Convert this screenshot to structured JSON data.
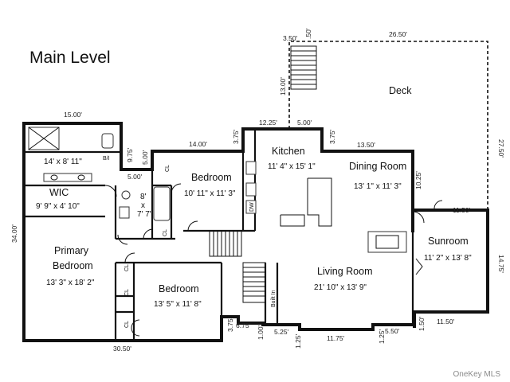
{
  "title": "Main Level",
  "rooms": {
    "deck": {
      "name": "Deck"
    },
    "kitchen": {
      "name": "Kitchen",
      "size": "11' 4\" x 15' 1\""
    },
    "dining": {
      "name": "Dining Room",
      "size": "13' 1\" x 11' 3\""
    },
    "bedroom_a": {
      "name": "Bedroom",
      "size": "10' 11\" x 11' 3\""
    },
    "bath_master": {
      "size": "14' x 8' 11\""
    },
    "wic": {
      "name": "WIC",
      "size": "9' 9\" x 4' 10\""
    },
    "bath_hall": {
      "w": "8'",
      "x": "x",
      "h": "7' 7\""
    },
    "primary": {
      "name1": "Primary",
      "name2": "Bedroom",
      "size": "13' 3\" x 18' 2\""
    },
    "bedroom_b": {
      "name": "Bedroom",
      "size": "13' 5\" x 11' 8\""
    },
    "living": {
      "name": "Living Room",
      "size": "21' 10\" x 13' 9\""
    },
    "sunroom": {
      "name": "Sunroom",
      "size": "11' 2\" x 13' 8\""
    }
  },
  "labels": {
    "bi": "B/I",
    "cl": "CL",
    "built_in": "Built In",
    "dw": "DW"
  },
  "dims": {
    "d1": "3.50'",
    "d2": ".50'",
    "d3": "26.50'",
    "d4": "13.00'",
    "d5": "12.25'",
    "d6": "5.00'",
    "d7": "3.75'",
    "d8": "13.50'",
    "d9": "27.50'",
    "d10": "15.00'",
    "d11": "14.00'",
    "d12": "3.75'",
    "d13": "9.75'",
    "d14": "5.00'",
    "d15": "5.00'",
    "d16": "10.25'",
    "d17": "11.50'",
    "d18": "34.00'",
    "d19": "14.75'",
    "d20": "1.50'",
    "d21": "11.50'",
    "d22": "3.75'",
    "d23": "6.75'",
    "d24": "1.00'",
    "d25": "5.25'",
    "d26": "1.25'",
    "d27": "11.75'",
    "d28": "1.25'",
    "d29": "5.50'",
    "d30": "30.50'"
  },
  "watermark": "OneKey MLS"
}
